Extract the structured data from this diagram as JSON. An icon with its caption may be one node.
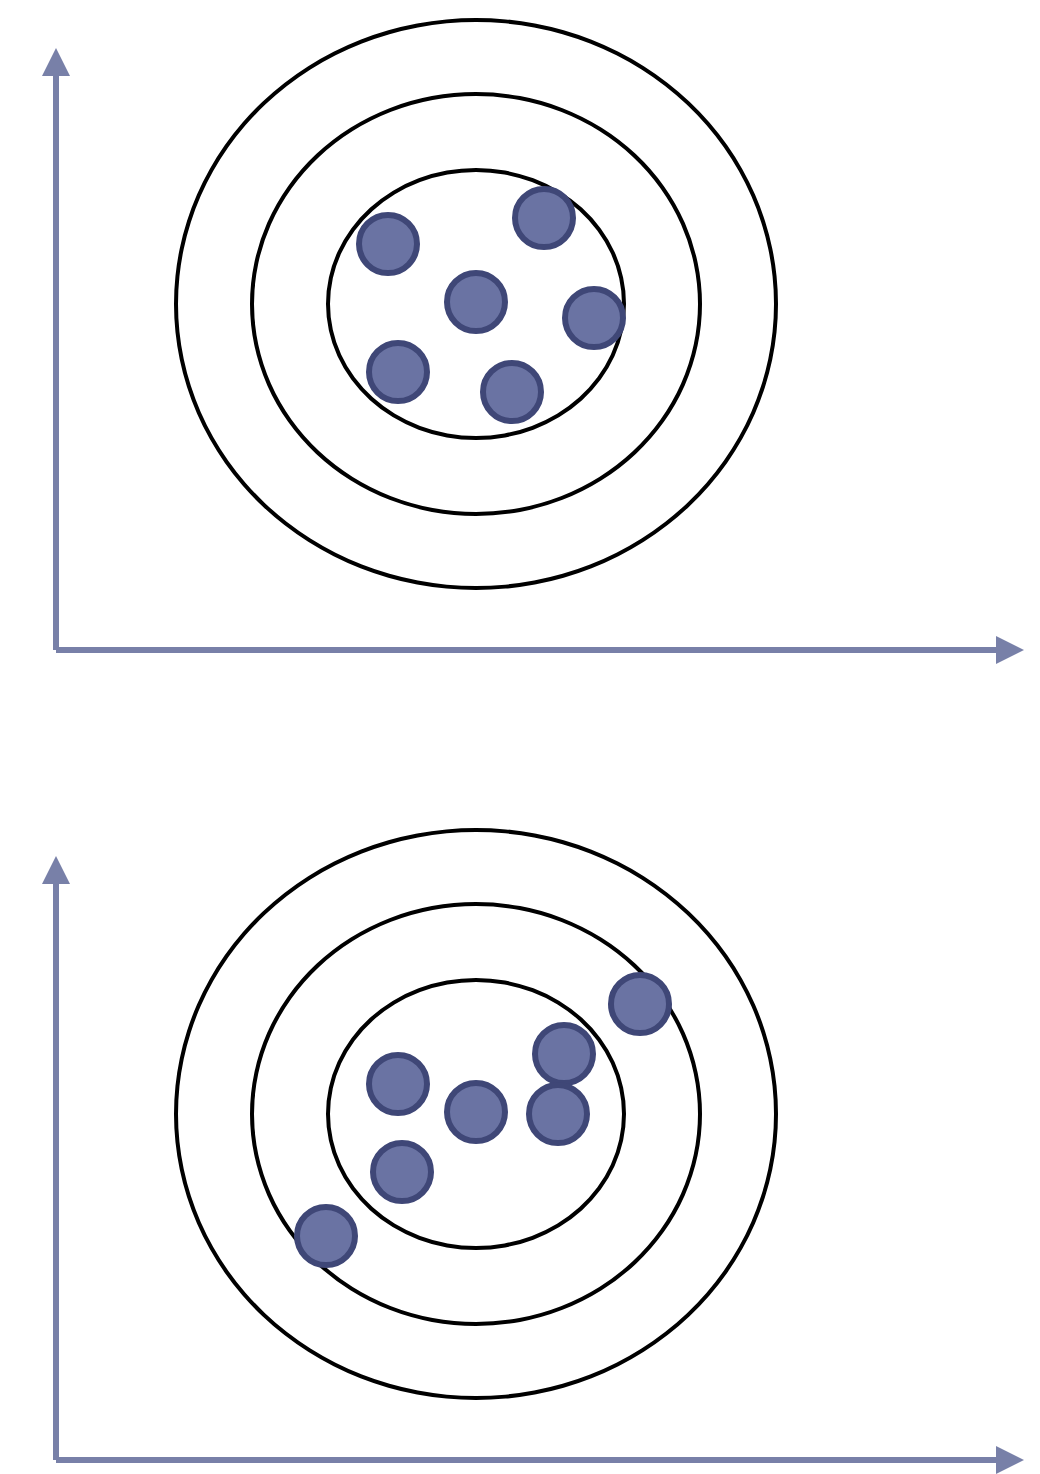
{
  "diagram": {
    "nodes": [
      {
        "text": [],
        "shape": "circle"
      },
      {
        "text": [],
        "shape": "circle",
        "in": 0
      },
      {
        "text": [],
        "shape": "circle",
        "in": 1
      },
      {
        "text": [],
        "shape": "circle",
        "in": 2
      },
      {
        "text": [],
        "shape": "circle",
        "in": 2
      },
      {
        "text": [],
        "shape": "circle",
        "in": 2
      },
      {
        "text": [],
        "shape": "circle",
        "in": 2
      },
      {
        "text": [],
        "shape": "circle",
        "in": 2
      },
      {
        "text": [],
        "shape": "circle",
        "in": 2
      },
      {
        "text": [],
        "shape": "circle"
      },
      {
        "text": [],
        "shape": "circle",
        "in": 9
      },
      {
        "text": [],
        "shape": "circle",
        "in": 10
      },
      {
        "text": [],
        "shape": "circle",
        "in": 10
      },
      {
        "text": [],
        "shape": "circle",
        "in": 11
      },
      {
        "text": [],
        "shape": "circle",
        "in": 11
      },
      {
        "text": [],
        "shape": "circle",
        "in": 11
      },
      {
        "text": [],
        "shape": "circle",
        "in": 11
      },
      {
        "text": [],
        "shape": "circle",
        "in": 11
      },
      {
        "text": [],
        "shape": "circle",
        "in": 10
      }
    ]
  }
}
